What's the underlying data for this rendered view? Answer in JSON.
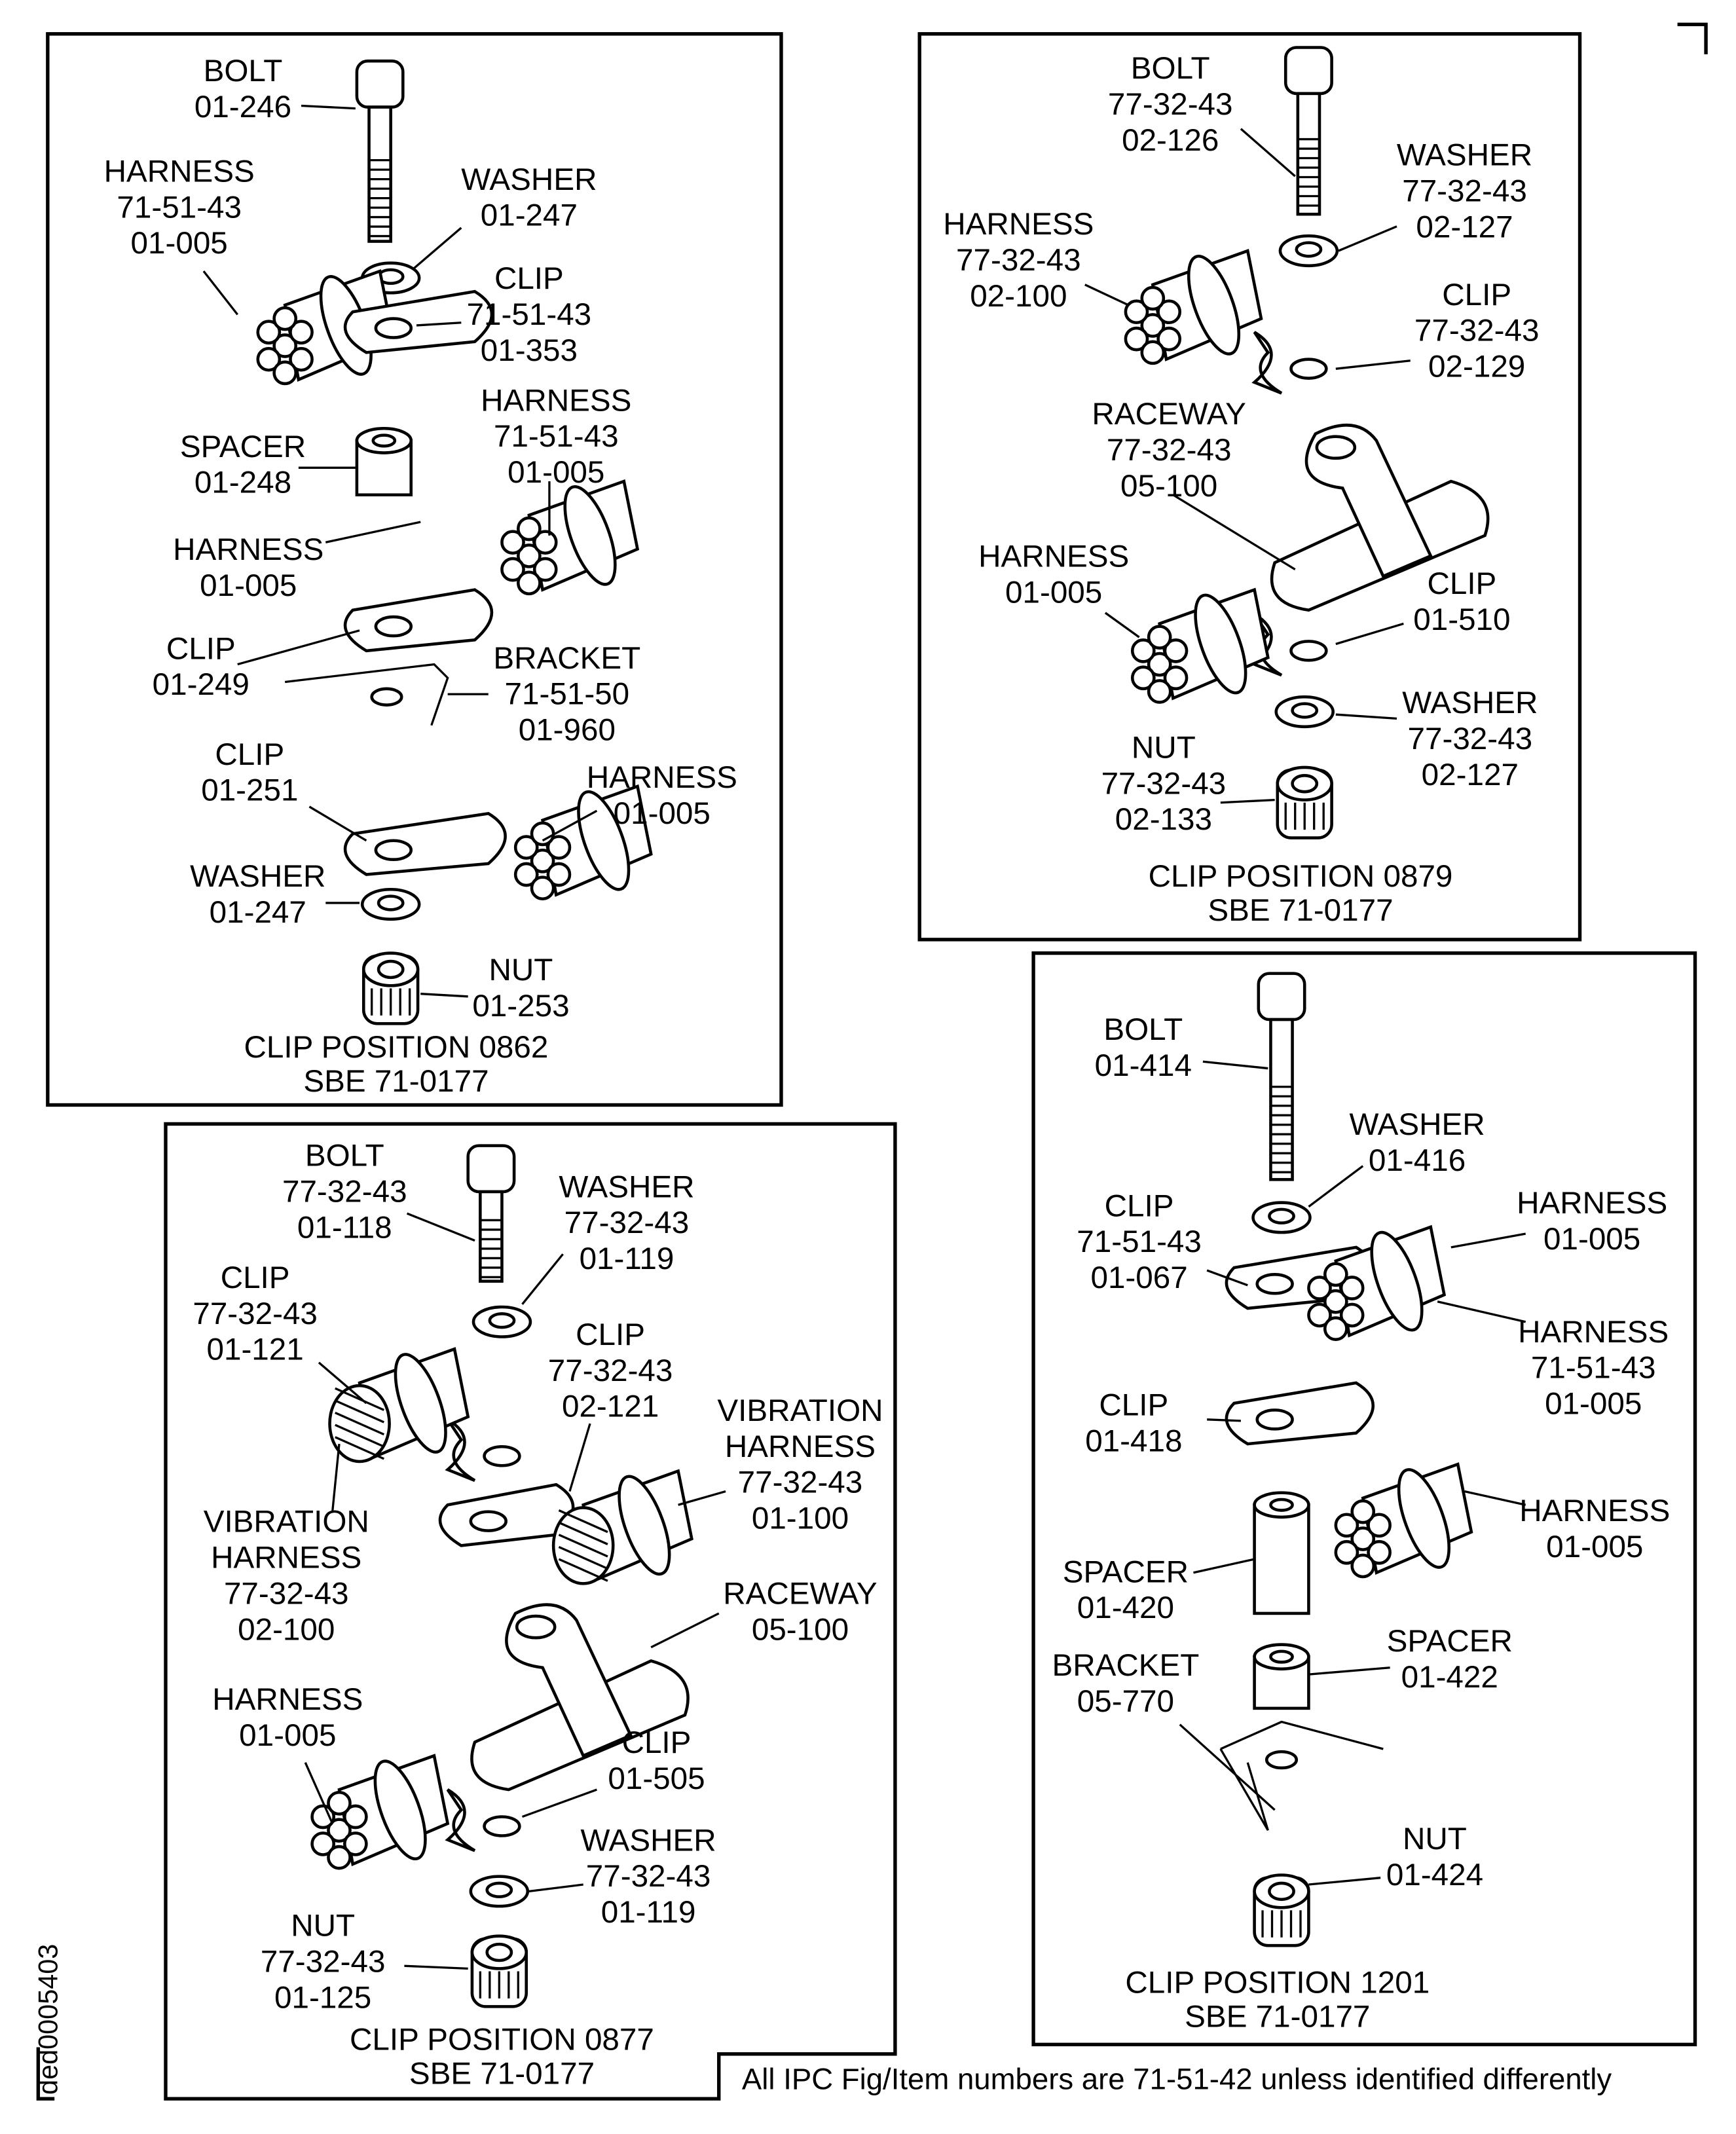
{
  "figure_ref": "ded0005403",
  "footer_note": "All IPC Fig/Item numbers are 71-51-42 unless identified differently",
  "panels": [
    {
      "id": "clip-position-0862",
      "caption": [
        "CLIP POSITION 0862",
        "SBE 71-0177"
      ],
      "callouts": [
        {
          "lines": [
            "BOLT",
            "01-246"
          ]
        },
        {
          "lines": [
            "HARNESS",
            "71-51-43",
            "01-005"
          ]
        },
        {
          "lines": [
            "WASHER",
            "01-247"
          ]
        },
        {
          "lines": [
            "CLIP",
            "71-51-43",
            "01-353"
          ]
        },
        {
          "lines": [
            "HARNESS",
            "71-51-43",
            "01-005"
          ]
        },
        {
          "lines": [
            "SPACER",
            "01-248"
          ]
        },
        {
          "lines": [
            "HARNESS",
            "01-005"
          ]
        },
        {
          "lines": [
            "CLIP",
            "01-249"
          ]
        },
        {
          "lines": [
            "BRACKET",
            "71-51-50",
            "01-960"
          ]
        },
        {
          "lines": [
            "CLIP",
            "01-251"
          ]
        },
        {
          "lines": [
            "HARNESS",
            "01-005"
          ]
        },
        {
          "lines": [
            "WASHER",
            "01-247"
          ]
        },
        {
          "lines": [
            "NUT",
            "01-253"
          ]
        }
      ]
    },
    {
      "id": "clip-position-0879",
      "caption": [
        "CLIP POSITION 0879",
        "SBE 71-0177"
      ],
      "callouts": [
        {
          "lines": [
            "BOLT",
            "77-32-43",
            "02-126"
          ]
        },
        {
          "lines": [
            "WASHER",
            "77-32-43",
            "02-127"
          ]
        },
        {
          "lines": [
            "HARNESS",
            "77-32-43",
            "02-100"
          ]
        },
        {
          "lines": [
            "CLIP",
            "77-32-43",
            "02-129"
          ]
        },
        {
          "lines": [
            "RACEWAY",
            "77-32-43",
            "05-100"
          ]
        },
        {
          "lines": [
            "HARNESS",
            "01-005"
          ]
        },
        {
          "lines": [
            "CLIP",
            "01-510"
          ]
        },
        {
          "lines": [
            "WASHER",
            "77-32-43",
            "02-127"
          ]
        },
        {
          "lines": [
            "NUT",
            "77-32-43",
            "02-133"
          ]
        }
      ]
    },
    {
      "id": "clip-position-0877",
      "caption": [
        "CLIP POSITION 0877",
        "SBE 71-0177"
      ],
      "callouts": [
        {
          "lines": [
            "BOLT",
            "77-32-43",
            "01-118"
          ]
        },
        {
          "lines": [
            "WASHER",
            "77-32-43",
            "01-119"
          ]
        },
        {
          "lines": [
            "CLIP",
            "77-32-43",
            "01-121"
          ]
        },
        {
          "lines": [
            "CLIP",
            "77-32-43",
            "02-121"
          ]
        },
        {
          "lines": [
            "VIBRATION",
            "HARNESS",
            "77-32-43",
            "01-100"
          ]
        },
        {
          "lines": [
            "VIBRATION",
            "HARNESS",
            "77-32-43",
            "02-100"
          ]
        },
        {
          "lines": [
            "RACEWAY",
            "05-100"
          ]
        },
        {
          "lines": [
            "HARNESS",
            "01-005"
          ]
        },
        {
          "lines": [
            "CLIP",
            "01-505"
          ]
        },
        {
          "lines": [
            "WASHER",
            "77-32-43",
            "01-119"
          ]
        },
        {
          "lines": [
            "NUT",
            "77-32-43",
            "01-125"
          ]
        }
      ]
    },
    {
      "id": "clip-position-1201",
      "caption": [
        "CLIP POSITION 1201",
        "SBE 71-0177"
      ],
      "callouts": [
        {
          "lines": [
            "BOLT",
            "01-414"
          ]
        },
        {
          "lines": [
            "WASHER",
            "01-416"
          ]
        },
        {
          "lines": [
            "CLIP",
            "71-51-43",
            "01-067"
          ]
        },
        {
          "lines": [
            "HARNESS",
            "01-005"
          ]
        },
        {
          "lines": [
            "HARNESS",
            "71-51-43",
            "01-005"
          ]
        },
        {
          "lines": [
            "CLIP",
            "01-418"
          ]
        },
        {
          "lines": [
            "HARNESS",
            "01-005"
          ]
        },
        {
          "lines": [
            "SPACER",
            "01-420"
          ]
        },
        {
          "lines": [
            "SPACER",
            "01-422"
          ]
        },
        {
          "lines": [
            "BRACKET",
            "05-770"
          ]
        },
        {
          "lines": [
            "NUT",
            "01-424"
          ]
        }
      ]
    }
  ]
}
